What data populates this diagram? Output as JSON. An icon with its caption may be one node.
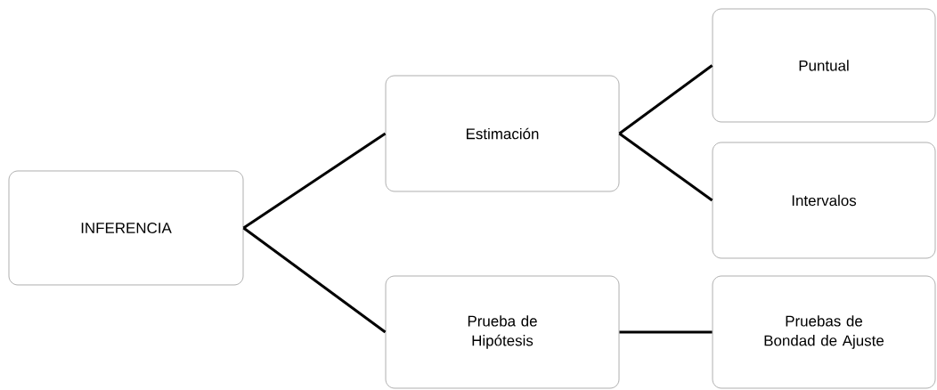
{
  "diagram": {
    "nodes": [
      {
        "text": [
          "INFERENCIA"
        ]
      },
      {
        "text": [
          "Estimación"
        ]
      },
      {
        "text": [
          "Prueba de Hipótesis"
        ]
      },
      {
        "text": [
          "Puntual"
        ]
      },
      {
        "text": [
          "Intervalos"
        ]
      },
      {
        "text": [
          "Pruebas de Bondad de Ajuste"
        ]
      }
    ],
    "edges": [
      {
        "from": 0,
        "to": 1,
        "arrow": "none"
      },
      {
        "from": 0,
        "to": 2,
        "arrow": "none"
      },
      {
        "from": 1,
        "to": 3,
        "arrow": "none"
      },
      {
        "from": 1,
        "to": 4,
        "arrow": "none"
      },
      {
        "from": 2,
        "to": 5,
        "arrow": "none"
      }
    ]
  }
}
